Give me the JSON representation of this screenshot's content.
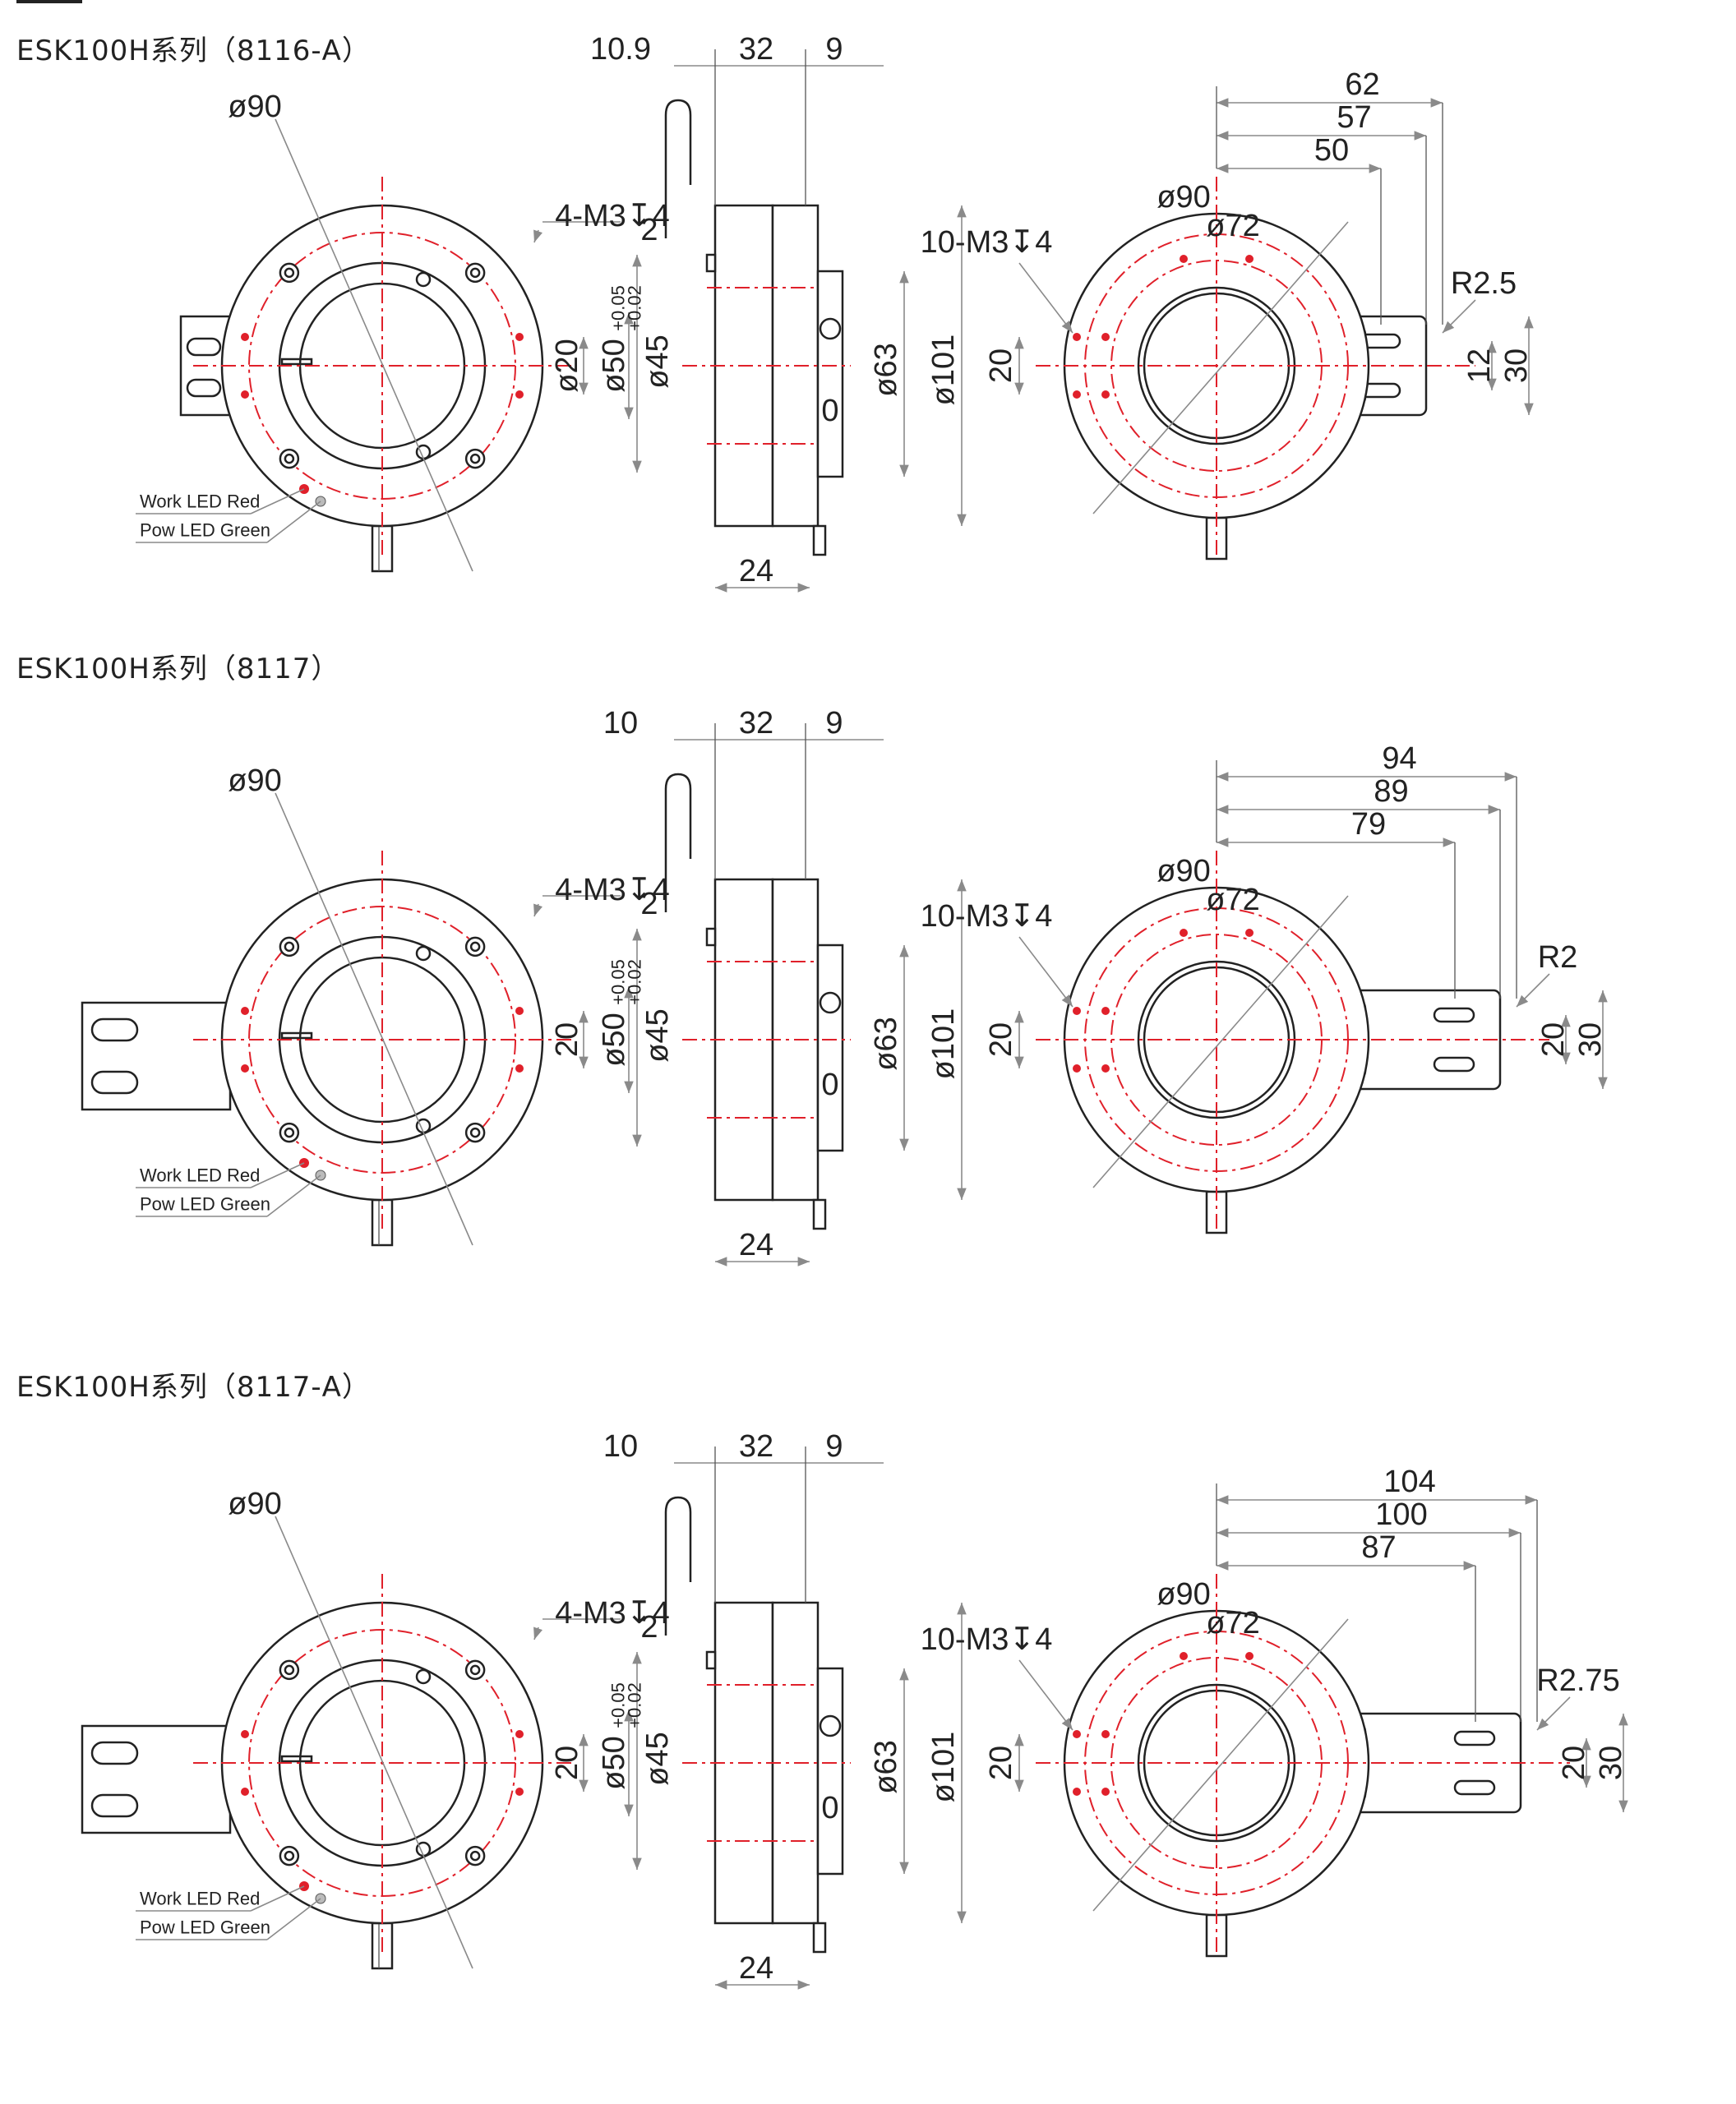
{
  "sections": [
    {
      "title": "ESK100H系列（8116-A）",
      "front": {
        "d90": "ø90",
        "m3": "4-M3↧4",
        "d20": "ø20",
        "d50": "ø50",
        "led_red": "Work LED Red",
        "led_green": "Pow LED Green"
      },
      "side": {
        "w1": "10.9",
        "w2": "32",
        "w3": "9",
        "gap": "2",
        "d45": "ø45",
        "tol_up": "+0.05",
        "tol_dn": "+0.02",
        "d63": "ø63",
        "d101": "ø101",
        "bottom": "24",
        "slot": "0"
      },
      "back": {
        "a": "62",
        "b": "57",
        "c": "50",
        "d90": "ø90",
        "d72": "ø72",
        "m3": "10-M3↧4",
        "r": "R2.5",
        "h20": "20",
        "h12": "12",
        "h30": "30"
      }
    },
    {
      "title": "ESK100H系列（8117）",
      "front": {
        "d90": "ø90",
        "m3": "4-M3↧4",
        "d20": "20",
        "d50": "ø50",
        "led_red": "Work LED Red",
        "led_green": "Pow LED Green"
      },
      "side": {
        "w1": "10",
        "w2": "32",
        "w3": "9",
        "gap": "2",
        "d45": "ø45",
        "tol_up": "+0.05",
        "tol_dn": "+0.02",
        "d63": "ø63",
        "d101": "ø101",
        "bottom": "24",
        "slot": "0"
      },
      "back": {
        "a": "94",
        "b": "89",
        "c": "79",
        "d90": "ø90",
        "d72": "ø72",
        "m3": "10-M3↧4",
        "r": "R2",
        "h20": "20",
        "h12": "20",
        "h30": "30"
      }
    },
    {
      "title": "ESK100H系列（8117-A）",
      "front": {
        "d90": "ø90",
        "m3": "4-M3↧4",
        "d20": "20",
        "d50": "ø50",
        "led_red": "Work LED Red",
        "led_green": "Pow LED Green"
      },
      "side": {
        "w1": "10",
        "w2": "32",
        "w3": "9",
        "gap": "2",
        "d45": "ø45",
        "tol_up": "+0.05",
        "tol_dn": "+0.02",
        "d63": "ø63",
        "d101": "ø101",
        "bottom": "24",
        "slot": "0"
      },
      "back": {
        "a": "104",
        "b": "100",
        "c": "87",
        "d90": "ø90",
        "d72": "ø72",
        "m3": "10-M3↧4",
        "r": "R2.75",
        "h20": "20",
        "h12": "20",
        "h30": "30"
      }
    }
  ]
}
